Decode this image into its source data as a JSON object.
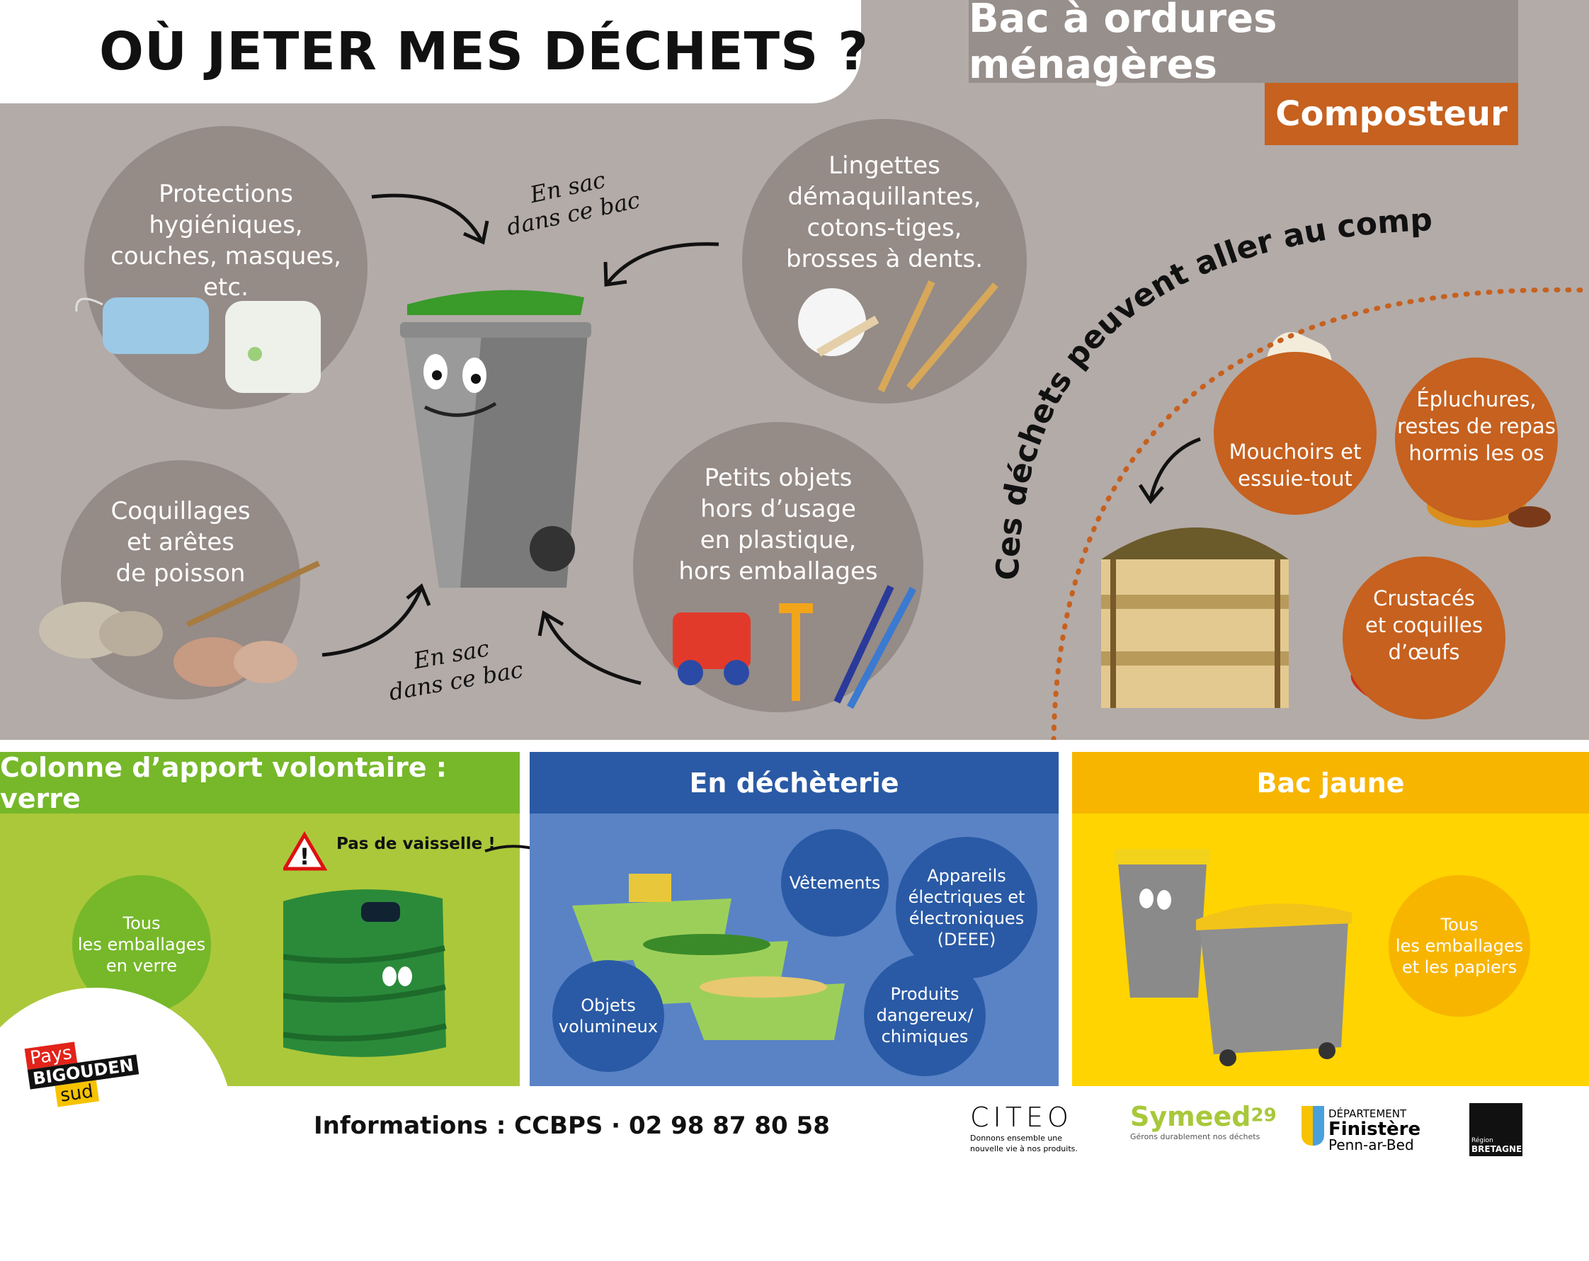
{
  "title": "OÙ JETER MES DÉCHETS ?",
  "bac_ordures": {
    "heading": "Bac à ordures ménagères",
    "items": [
      "Protections\nhygiéniques,\ncouches, masques, etc.",
      "Lingettes\ndémaquillantes,\ncotons-tiges,\nbrosses à dents.",
      "Coquillages\net arêtes\nde poisson",
      "Petits objets\nhors d’usage\nen plastique,\nhors emballages"
    ],
    "note": "En sac\ndans ce bac"
  },
  "composteur": {
    "heading": "Composteur",
    "arc_text": "Ces déchets peuvent aller au compost !",
    "items": [
      "Mouchoirs et\nessuie-tout",
      "Épluchures,\nrestes de repas\nhormis les os",
      "Crustacés\net coquilles\nd’œufs"
    ]
  },
  "verre": {
    "heading": "Colonne d’apport volontaire : verre",
    "item": "Tous\nles emballages\nen verre",
    "warning": "Pas de vaisselle !"
  },
  "decheterie": {
    "heading": "En déchèterie",
    "items": [
      "Vêtements",
      "Appareils\nélectriques et\nélectroniques\n(DEEE)",
      "Produits\ndangereux/\nchimiques",
      "Objets\nvolumineux"
    ]
  },
  "bac_jaune": {
    "heading": "Bac jaune",
    "item": "Tous\nles emballages\net les papiers"
  },
  "footer": {
    "info": "Informations : CCBPS · 02 98 87 80 58",
    "logos": {
      "pays": [
        "Pays",
        "BIGOUDEN",
        "sud"
      ],
      "citeo": "CITEO",
      "citeo_tag": "Donnons ensemble une\nnouvelle vie à nos produits.",
      "symeed": "Symeed",
      "symeed_num": "29",
      "symeed_tag": "Gérons durablement nos déchets",
      "finistere": [
        "DÉPARTEMENT",
        "Finistère",
        "Penn-ar-Bed"
      ],
      "bretagne": [
        "Région",
        "BRETAGNE"
      ]
    }
  },
  "colors": {
    "gray_bg": "#b3aba8",
    "circle_gray": "#958b87",
    "orange": "#c6611f",
    "green": "#76b82a",
    "blue": "#2a5aa5",
    "yellow": "#f7b500"
  }
}
